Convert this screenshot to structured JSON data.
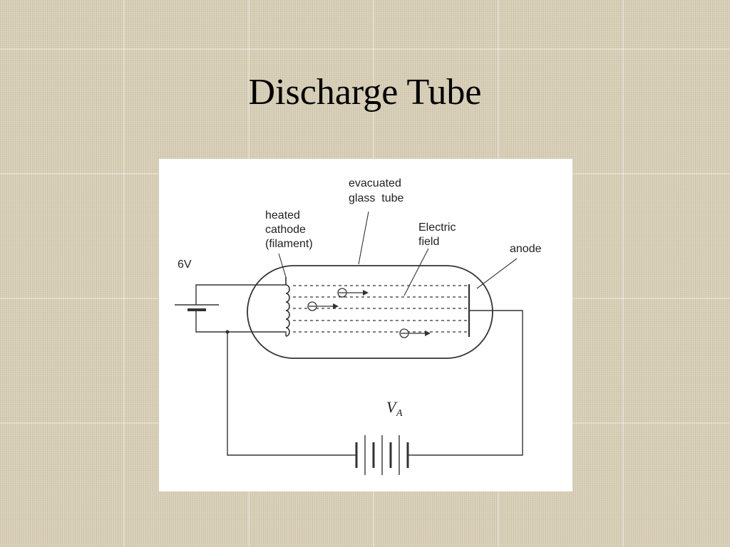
{
  "slide": {
    "title": "Discharge Tube"
  },
  "diagram": {
    "labels": {
      "glass_tube_line1": "evacuated",
      "glass_tube_line2": "glass  tube",
      "cathode_line1": "heated",
      "cathode_line2": "cathode",
      "cathode_line3": "(filament)",
      "field_line1": "Electric",
      "field_line2": "field",
      "anode": "anode",
      "filament_voltage": "6V",
      "anode_voltage": "V",
      "anode_voltage_sub": "A"
    },
    "electron_symbol": "minus-circle-icon",
    "line_color": "#333333"
  }
}
